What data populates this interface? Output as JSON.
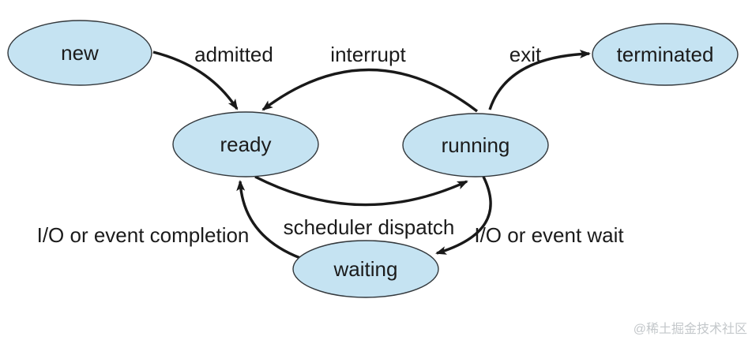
{
  "diagram": {
    "type": "state-diagram",
    "states": [
      {
        "id": "new",
        "label": "new"
      },
      {
        "id": "ready",
        "label": "ready"
      },
      {
        "id": "running",
        "label": "running"
      },
      {
        "id": "waiting",
        "label": "waiting"
      },
      {
        "id": "terminated",
        "label": "terminated"
      }
    ],
    "transitions": [
      {
        "from": "new",
        "to": "ready",
        "label": "admitted"
      },
      {
        "from": "running",
        "to": "ready",
        "label": "interrupt"
      },
      {
        "from": "running",
        "to": "terminated",
        "label": "exit"
      },
      {
        "from": "ready",
        "to": "running",
        "label": "scheduler dispatch"
      },
      {
        "from": "running",
        "to": "waiting",
        "label": "I/O or event wait"
      },
      {
        "from": "waiting",
        "to": "ready",
        "label": "I/O or event completion"
      }
    ],
    "colors": {
      "state_fill": "#c5e3f2",
      "state_stroke": "#33383c",
      "arrow": "#191919",
      "text": "#1b1b1b",
      "watermark": "#c3c7ca",
      "background": "#ffffff"
    }
  },
  "watermark": {
    "text": "@稀土掘金技术社区"
  }
}
